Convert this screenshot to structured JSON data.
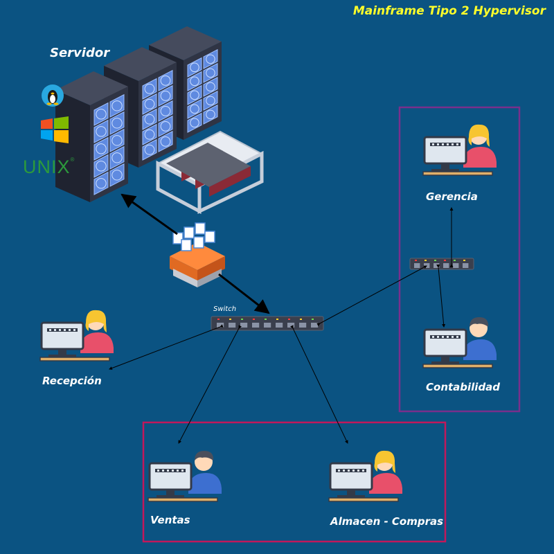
{
  "title": "Mainframe Tipo 2 Hypervisor",
  "server": {
    "label": "Servidor",
    "os_icons": [
      "linux-tux-icon",
      "windows-logo-icon",
      "unix-logo"
    ],
    "unix_text": "UNIX"
  },
  "switch": {
    "label": "Switch"
  },
  "nodes": {
    "recepcion": "Recepción",
    "gerencia": "Gerencia",
    "contabilidad": "Contabilidad",
    "ventas": "Ventas",
    "almacen": "Almacen - Compras"
  },
  "groups": {
    "admin_group": {
      "border_color": "#7a2f8c"
    },
    "sales_group": {
      "border_color": "#c2185b"
    }
  },
  "colors": {
    "background": "#0b5382",
    "title": "#ffff2a",
    "label": "#ffffff",
    "server_body": "#2f3444",
    "fan_blue": "#6b95e8",
    "female_shirt": "#e8506a",
    "male_shirt": "#3d6fd0"
  }
}
